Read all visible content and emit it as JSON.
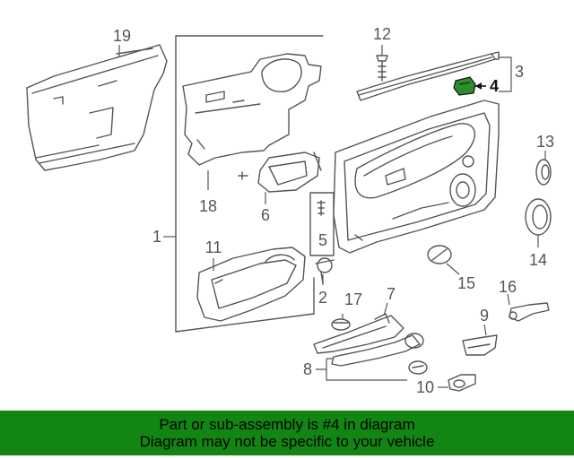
{
  "labels": {
    "l1": "1",
    "l2": "2",
    "l3": "3",
    "l4": "4",
    "l5": "5",
    "l6": "6",
    "l7": "7",
    "l8": "8",
    "l9": "9",
    "l10": "10",
    "l11": "11",
    "l12": "12",
    "l13": "13",
    "l14": "14",
    "l15": "15",
    "l16": "16",
    "l17": "17",
    "l18": "18",
    "l19": "19"
  },
  "highlight": {
    "part_number": "4",
    "color": "#2e8b2e"
  },
  "banner": {
    "line1": "Part or sub-assembly is #4 in diagram",
    "line2": "Diagram may not be specific to your vehicle",
    "color": "#138513"
  }
}
